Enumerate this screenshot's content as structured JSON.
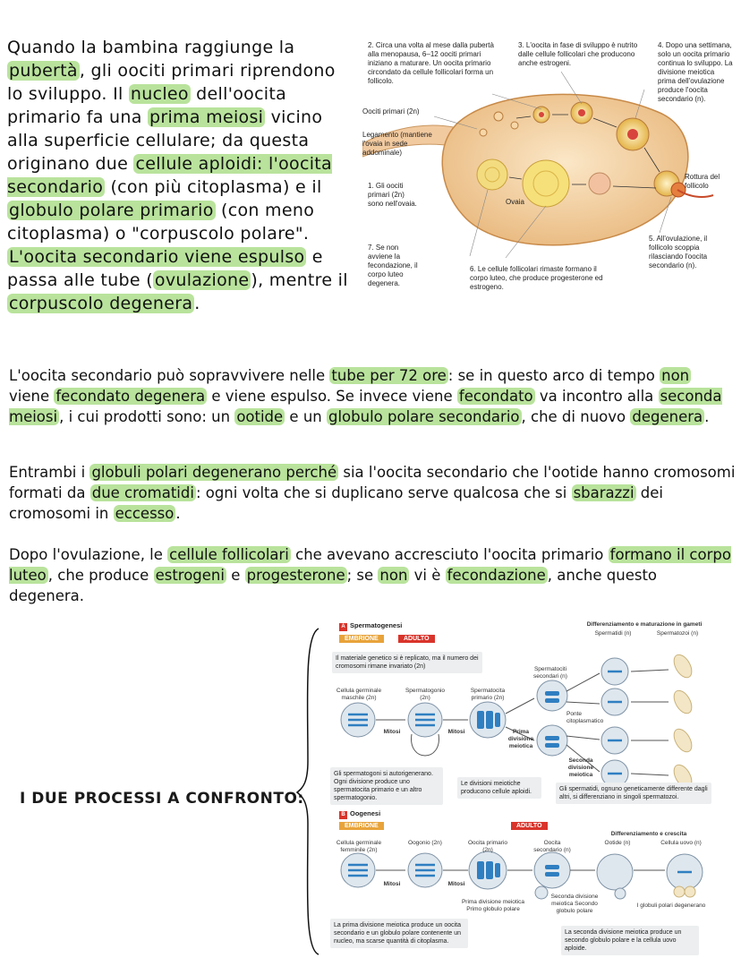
{
  "notes": {
    "p1": [
      {
        "t": "Quando la bambina raggiunge la "
      },
      {
        "t": "pubertà",
        "h": true
      },
      {
        "t": ", gli oociti primari riprendono lo sviluppo. Il "
      },
      {
        "t": "nucleo",
        "h": true
      },
      {
        "t": " dell'oocita primario fa una "
      },
      {
        "t": "prima meiosi",
        "h": true
      },
      {
        "t": " vicino alla superficie cellulare; da questa originano due "
      },
      {
        "t": "cellule aploidi: l'oocita secondario",
        "h": true
      },
      {
        "t": " (con più citoplasma) e il "
      },
      {
        "t": "globulo polare primario",
        "h": true
      },
      {
        "t": " (con meno citoplasma) o \"corpuscolo polare\". "
      },
      {
        "t": "L'oocita secondario viene espulso",
        "h": true
      },
      {
        "t": " e passa alle tube ("
      },
      {
        "t": "ovulazione",
        "h": true
      },
      {
        "t": "), mentre il "
      },
      {
        "t": "corpuscolo degenera",
        "h": true
      },
      {
        "t": "."
      }
    ],
    "p2": [
      {
        "t": "L'oocita secondario può sopravvivere nelle "
      },
      {
        "t": "tube per 72 ore",
        "h": true
      },
      {
        "t": ": se in questo arco di tempo "
      },
      {
        "t": "non",
        "h": true
      },
      {
        "t": " viene "
      },
      {
        "t": "fecondato degenera",
        "h": true
      },
      {
        "t": " e viene espulso. Se invece viene "
      },
      {
        "t": "fecondato",
        "h": true
      },
      {
        "t": " va incontro alla "
      },
      {
        "t": "seconda meiosi",
        "h": true
      },
      {
        "t": ", i cui prodotti sono: un "
      },
      {
        "t": "ootide",
        "h": true
      },
      {
        "t": " e un "
      },
      {
        "t": "globulo polare secondario",
        "h": true
      },
      {
        "t": ", che di nuovo "
      },
      {
        "t": "degenera",
        "h": true
      },
      {
        "t": "."
      }
    ],
    "p3": [
      {
        "t": "Entrambi i "
      },
      {
        "t": "globuli polari degenerano perché",
        "h": true
      },
      {
        "t": " sia l'oocita secondario che l'ootide hanno cromosomi formati da "
      },
      {
        "t": "due cromatidi",
        "h": true
      },
      {
        "t": ": ogni volta che si duplicano serve qualcosa che si "
      },
      {
        "t": "sbarazzi",
        "h": true
      },
      {
        "t": " dei cromosomi in "
      },
      {
        "t": "eccesso",
        "h": true
      },
      {
        "t": "."
      }
    ],
    "p4": [
      {
        "t": "Dopo l'ovulazione, le "
      },
      {
        "t": "cellule follicolari",
        "h": true
      },
      {
        "t": " che avevano accresciuto l'oocita primario "
      },
      {
        "t": "formano il corpo luteo",
        "h": true
      },
      {
        "t": ", che produce "
      },
      {
        "t": "estrogeni",
        "h": true
      },
      {
        "t": " e "
      },
      {
        "t": "progesterone",
        "h": true
      },
      {
        "t": "; se "
      },
      {
        "t": "non",
        "h": true
      },
      {
        "t": " vi è "
      },
      {
        "t": "fecondazione",
        "h": true
      },
      {
        "t": ", anche questo degenera."
      }
    ],
    "compare_label": "I DUE PROCESSI A CONFRONTO:"
  },
  "ovary": {
    "c2": "2. Circa una volta al mese dalla pubertà alla menopausa, 6–12 oociti primari iniziano a maturare. Un oocita primario circondato da cellule follicolari forma un follicolo.",
    "c3": "3. L'oocita in fase di sviluppo è nutrito dalle cellule follicolari che producono anche estrogeni.",
    "c4": "4. Dopo una settimana, solo un oocita primario continua lo sviluppo. La divisione meiotica prima dell'ovulazione produce l'oocita secondario (n).",
    "oociti_primari": "Oociti primari (2n)",
    "legamento": "Legamento (mantiene l'ovaia in sede addominale)",
    "c1": "1. Gli oociti primari (2n) sono nell'ovaia.",
    "ovaia": "Ovaia",
    "rottura": "Rottura del follicolo",
    "c5": "5. All'ovulazione, il follicolo scoppia rilasciando l'oocita secondario (n).",
    "c7": "7. Se non avviene la fecondazione, il corpo luteo degenera.",
    "c6": "6. Le cellule follicolari rimaste formano il corpo luteo, che produce progesterone ed estrogeno."
  },
  "gameto": {
    "a_badge": "A",
    "a_title": "Spermatogenesi",
    "embrione": "EMBRIONE",
    "adulto": "ADULTO",
    "diff_title": "Differenziamento e maturazione in gameti",
    "spermatidi": "Spermatidi (n)",
    "spermatozoi": "Spermatozoi (n)",
    "box_genetico": "Il materiale genetico si è replicato, ma il numero dei cromosomi rimane invariato (2n)",
    "spermatociti_sec": "Spermatociti secondari (n)",
    "cell_germ_m": "Cellula germinale maschile (2n)",
    "spermatogonio": "Spermatogonio (2n)",
    "spermatocita_primario": "Spermatocita primario (2n)",
    "mitosi": "Mitosi",
    "prima_div": "Prima divisione meiotica",
    "ponte": "Ponte citoplasmatico",
    "seconda_div": "Seconda divisione meiotica",
    "box_autorig": "Gli spermatogoni si autorigenerano. Ogni divisione produce uno spermatocita primario e un altro spermatogonio.",
    "box_div_meiotiche": "Le divisioni meiotiche producono cellule aploidi.",
    "box_spermatidi": "Gli spermatidi, ognuno geneticamente differente dagli altri, si differenziano in singoli spermatozoi.",
    "b_badge": "B",
    "b_title": "Oogenesi",
    "diff_crescita": "Differenziamento e crescita",
    "ootide": "Ootide (n)",
    "cellula_uovo": "Cellula uovo (n)",
    "cell_germ_f": "Cellula germinale femminile (2n)",
    "oogonio": "Oogonio (2n)",
    "oocita_primario": "Oocita primario (2n)",
    "oocita_secondario": "Oocita secondario (n)",
    "primo_globulo": "Prima divisione meiotica Primo globulo polare",
    "secondo_globulo": "Seconda divisione meiotica Secondo globulo polare",
    "globuli_degenerano": "I globuli polari degenerano",
    "box_prima_div": "La prima divisione meiotica produce un oocita secondario e un globulo polare contenente un nucleo, ma scarse quantità di citoplasma.",
    "box_seconda_div": "La seconda divisione meiotica produce un secondo globulo polare e la cellula uovo aploide."
  },
  "colors": {
    "highlight": "#b9e39c",
    "embrione": "#e8a33a",
    "adulto": "#d9342b",
    "cell_fill": "#dfe7ee",
    "chromosome": "#2f7fc1"
  }
}
